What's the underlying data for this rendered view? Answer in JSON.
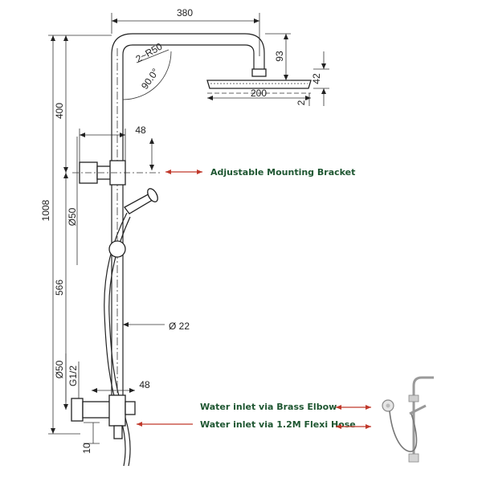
{
  "dimensions": {
    "top_width": "380",
    "radius": "2~R50",
    "angle": "90.0°",
    "head_drop": "93",
    "head_height": "42",
    "head_width": "200",
    "head_thickness": "2",
    "upper_length": "400",
    "total_height": "1008",
    "bracket_offset": "48",
    "bracket_dia": "Ø50",
    "middle_length": "566",
    "pipe_dia": "Ø 22",
    "bottom_dia": "Ø50",
    "thread": "G1/2",
    "bottom_offset": "48",
    "bottom_gap": "10"
  },
  "annotations": {
    "bracket": "Adjustable Mounting Bracket",
    "elbow": "Water inlet via Brass Elbow",
    "hose": "Water inlet via 1.2M Flexi Hose"
  },
  "colors": {
    "line": "#222222",
    "annotation_text": "#1e5631",
    "arrow": "#c0392b"
  }
}
